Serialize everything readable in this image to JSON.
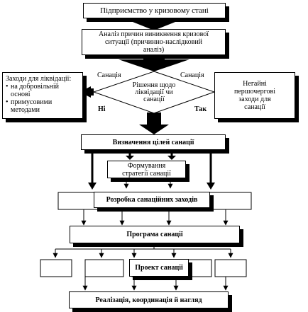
{
  "nodes": {
    "crisis": "Підприємство у кризовому стані",
    "analysis": "Аналіз причин виникнення кризової ситуації (причинно-наслідковий аналіз)",
    "decision": "Рішення щодо ліквідації чи санації",
    "liquidation_title": "Заходи для ліквідації:",
    "liquidation_items": [
      "на добровільній основі",
      "примусовими методами"
    ],
    "urgent": "Негайні першочергові заходи для санації",
    "goals": "Визначення цілей санації",
    "strategy": "Формування стратегії санації",
    "measures": "Розробка санаційних заходів",
    "program": "Програма санації",
    "project": "Проект санації",
    "implementation": "Реалізація, координація й нагляд"
  },
  "labels": {
    "sanation_left": "Санація",
    "sanation_right": "Санація",
    "no": "Ні",
    "yes": "Так"
  }
}
